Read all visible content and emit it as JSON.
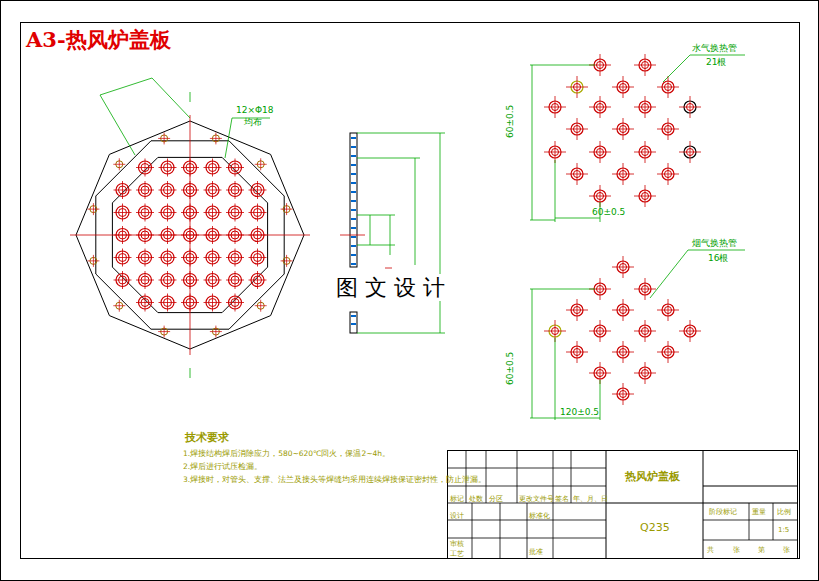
{
  "diagram": {
    "title": "A3-热风炉盖板",
    "labels": [
      "12×Φ18",
      "均布",
      "水气换热管",
      "21根",
      "60±0.5",
      "60±0.5",
      "烟气换热管",
      "16根",
      "60±0.5",
      "120±0.5",
      "图 文 设 计",
      "技术要求",
      "1.焊接结构焊后消除应力，580~620℃回火，保温2~4h。",
      "2.焊后进行试压检漏。",
      "3.焊接时，对管头、支撑、法兰及接头等焊缝均采用连续焊接保证密封性，防止泄漏。",
      "热风炉盖板",
      "Q235",
      "标记",
      "处数",
      "分区",
      "更改文件号",
      "签名",
      "年、月、日",
      "设计",
      "标准化",
      "审核",
      "工艺",
      "批准",
      "阶段标记",
      "重量",
      "比例",
      "1:5",
      "共",
      "张",
      "第",
      "张"
    ]
  }
}
